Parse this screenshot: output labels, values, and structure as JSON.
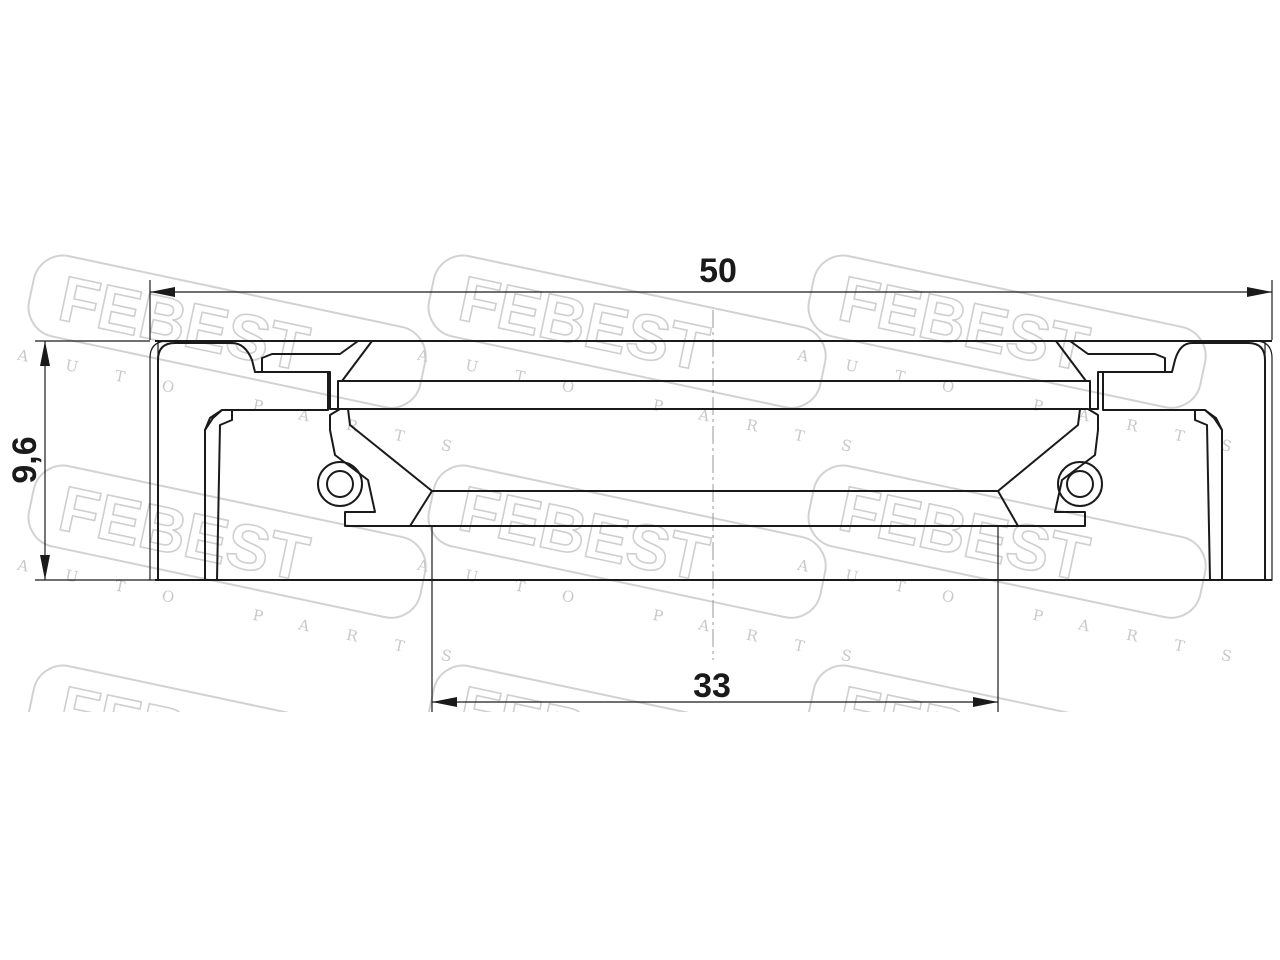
{
  "watermark": {
    "brand": "FEBEST",
    "tagline": "AUTO PARTS"
  },
  "dimensions": {
    "outer_diameter": "50",
    "width": "9,6",
    "inner_diameter": "33"
  },
  "colors": {
    "line": "#1a1a1a",
    "metal_case": "#d6d6d6",
    "rubber_hatch": "#8a8a8a",
    "watermark": "#cfcfcf"
  }
}
